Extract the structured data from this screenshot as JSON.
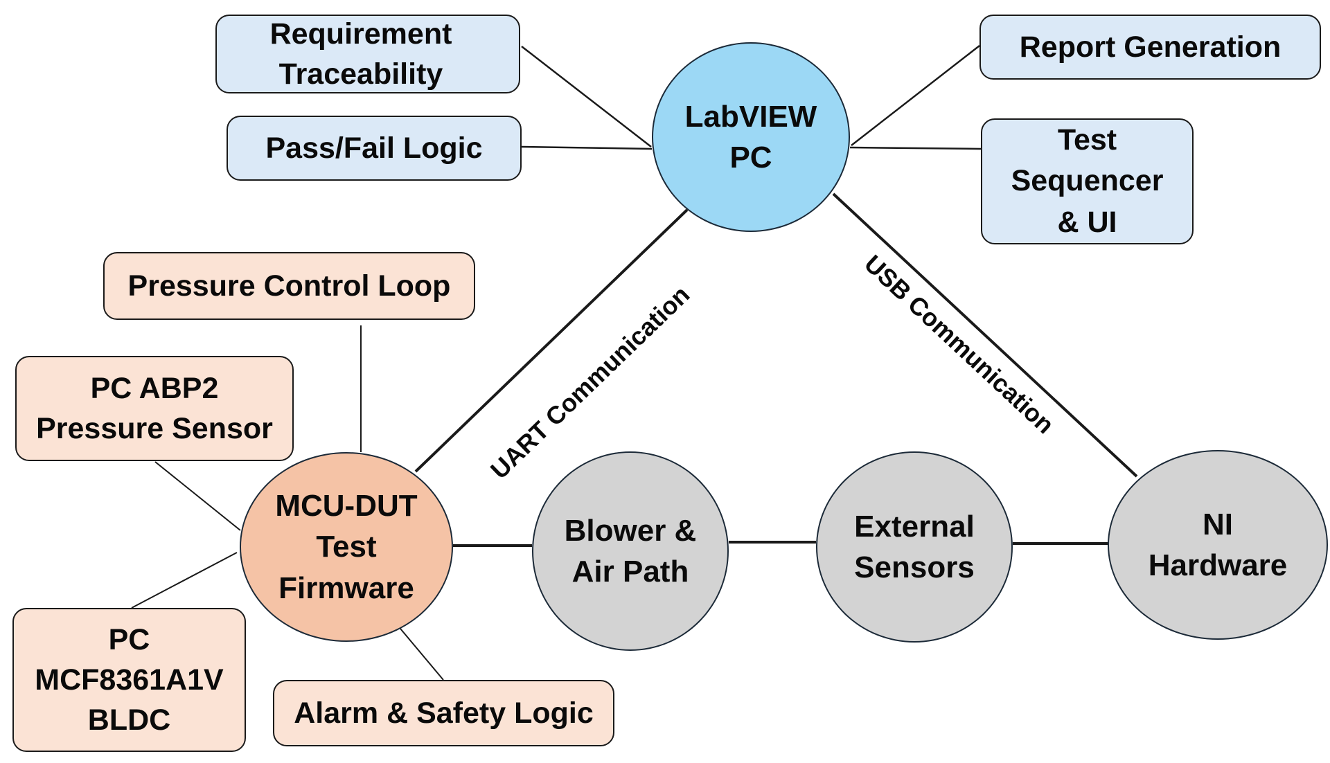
{
  "diagram": {
    "colors": {
      "pc_node": "#9cd8f5",
      "mcu_node": "#f5c3a6",
      "hardware_node": "#d3d3d3",
      "pc_feature_box": "#dbe9f7",
      "mcu_feature_box": "#fbe3d5",
      "stroke": "#1a1a1a"
    },
    "nodes": {
      "labview_pc": {
        "lines": [
          "LabVIEW",
          "PC"
        ]
      },
      "mcu_dut": {
        "lines": [
          "MCU-DUT",
          "Test",
          "Firmware"
        ]
      },
      "blower": {
        "lines": [
          "Blower &",
          "Air Path"
        ]
      },
      "external_sensors": {
        "lines": [
          "External",
          "Sensors"
        ]
      },
      "ni_hardware": {
        "lines": [
          "NI",
          "Hardware"
        ]
      }
    },
    "pc_features": {
      "requirement_traceability": {
        "lines": [
          "Requirement",
          "Traceability"
        ]
      },
      "pass_fail_logic": {
        "lines": [
          "Pass/Fail Logic"
        ]
      },
      "report_generation": {
        "lines": [
          "Report Generation"
        ]
      },
      "test_sequencer": {
        "lines": [
          "Test",
          "Sequencer",
          "& UI"
        ]
      }
    },
    "mcu_features": {
      "pressure_control_loop": {
        "lines": [
          "Pressure Control Loop"
        ]
      },
      "pressure_sensor": {
        "lines": [
          "PC ABP2",
          "Pressure Sensor"
        ]
      },
      "bldc": {
        "lines": [
          "PC",
          "MCF8361A1V",
          "BLDC"
        ]
      },
      "alarm_safety": {
        "lines": [
          "Alarm & Safety Logic"
        ]
      }
    },
    "edges": {
      "uart_label": "UART Communication",
      "usb_label": "USB Communication"
    }
  }
}
